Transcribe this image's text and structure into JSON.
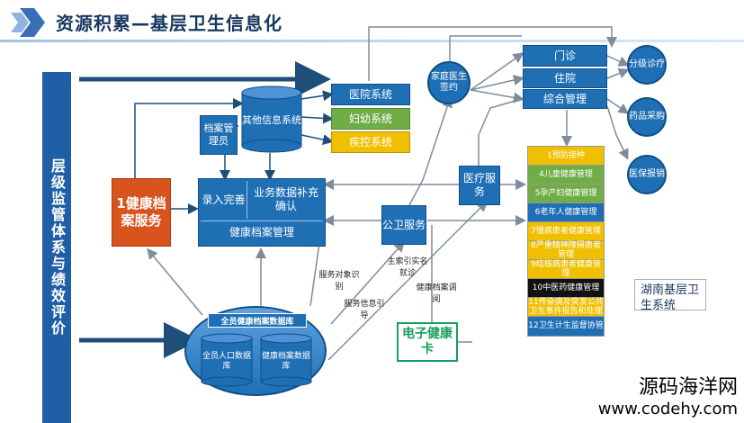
{
  "header": {
    "title": "资源积累—基层卫生信息化"
  },
  "left_bar": {
    "label": "层级监管体系与绩效评价"
  },
  "boxes": {
    "health_record_service": "1健康档案服务",
    "record_manager": "档案管理员",
    "other_info_system": "其他信息系统",
    "hospital_system": "医院系统",
    "maternal_system": "妇幼系统",
    "disease_control_system": "疾控系统",
    "entry_complete": "录入完善",
    "business_data_confirm": "业务数据补充确认",
    "health_record_management": "健康档案管理",
    "public_health_service": "公卫服务",
    "medical_service": "医疗服务",
    "family_doctor": "家庭医生签约",
    "outpatient": "门诊",
    "inpatient": "住院",
    "integrated_management": "综合管理",
    "tiered_treatment": "分级诊疗",
    "drug_procurement": "药品采购",
    "insurance_reimburse": "医保报销",
    "ehealth_card": "电子健康卡",
    "hunan_label": "湖南基层卫生系统"
  },
  "database": {
    "title": "全员健康档案数据库",
    "population_db": "全员人口数据库",
    "health_record_db": "健康档案数据库"
  },
  "annotations": {
    "service_target": "服务对象识别",
    "service_info": "服务信息引导",
    "master_index": "主索引实名就诊",
    "record_access": "健康档案调阅"
  },
  "services": [
    {
      "label": "1预防接种",
      "color": "#f0c000"
    },
    {
      "label": "4儿童健康管理",
      "color": "#70ad47"
    },
    {
      "label": "5孕产妇健康管理",
      "color": "#70ad47"
    },
    {
      "label": "6老年人健康管理",
      "color": "#1f6fb5"
    },
    {
      "label": "7慢病患者健康管理",
      "color": "#f0c000"
    },
    {
      "label": "8严重精神障碍患者管理",
      "color": "#f0c000"
    },
    {
      "label": "9结核病患者健康管理",
      "color": "#f0c000"
    },
    {
      "label": "10中医药健康管理",
      "color": "#111111"
    },
    {
      "label": "11传染病及突发公共卫生事件报告和处理",
      "color": "#f0c000"
    },
    {
      "label": "12卫生计生监督协管",
      "color": "#1f6fb5"
    }
  ],
  "watermark": {
    "line1": "源码海洋网",
    "line2": "www.codehy.com"
  }
}
